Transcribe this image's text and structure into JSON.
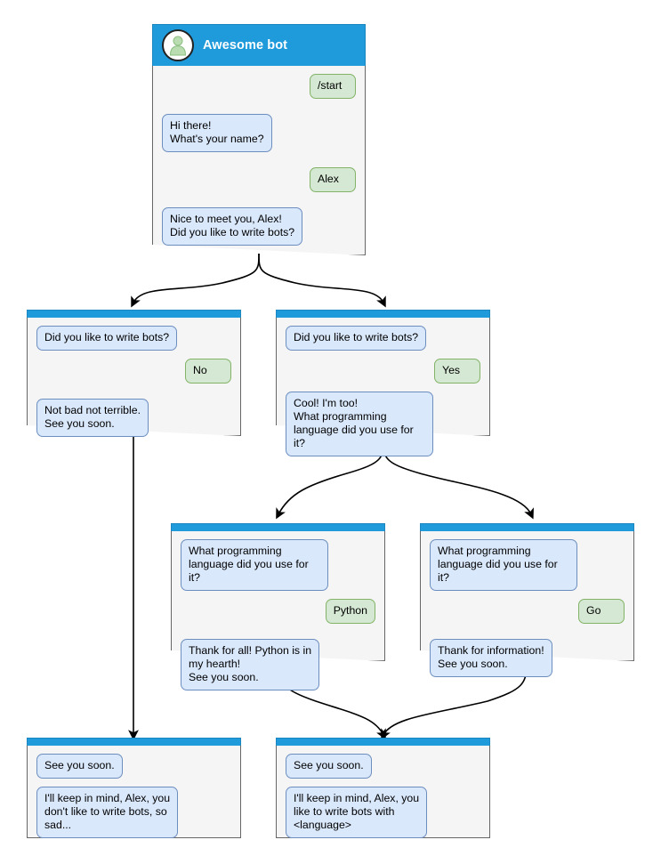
{
  "diagram": {
    "title": "Awesome bot chatbot conversation flow",
    "colors": {
      "header_blue": "#1f9ada",
      "card_background": "#f5f5f5",
      "bot_bubble_fill": "#dae8fc",
      "bot_bubble_stroke": "#6c8ebf",
      "user_bubble_fill": "#d5e8d4",
      "user_bubble_stroke": "#82b366",
      "edge": "#000000",
      "page_background": "#ffffff"
    }
  },
  "cards": {
    "root": {
      "name": "start-card",
      "header_title": "Awesome bot",
      "avatar_icon": "person-avatar-icon",
      "messages": [
        {
          "side": "user",
          "text": "/start"
        },
        {
          "side": "bot",
          "text": "Hi there!\nWhat's your name?"
        },
        {
          "side": "user",
          "text": "Alex"
        },
        {
          "side": "bot",
          "text": "Nice to meet you, Alex!\nDid you like to write bots?"
        }
      ]
    },
    "no_branch": {
      "name": "answer-no-card",
      "messages": [
        {
          "side": "bot",
          "text": "Did you like to write bots?"
        },
        {
          "side": "user",
          "text": "No"
        },
        {
          "side": "bot",
          "text": "Not bad not terrible.\nSee you soon."
        }
      ]
    },
    "yes_branch": {
      "name": "answer-yes-card",
      "messages": [
        {
          "side": "bot",
          "text": "Did you like to write bots?"
        },
        {
          "side": "user",
          "text": "Yes"
        },
        {
          "side": "bot",
          "text": "Cool! I'm too!\nWhat programming\nlanguage did you use for it?"
        }
      ]
    },
    "python_branch": {
      "name": "answer-python-card",
      "messages": [
        {
          "side": "bot",
          "text": "What programming\nlanguage did you use for it?"
        },
        {
          "side": "user",
          "text": "Python"
        },
        {
          "side": "bot",
          "text": "Thank for all! Python is in\nmy hearth!\nSee you soon."
        }
      ]
    },
    "go_branch": {
      "name": "answer-go-card",
      "messages": [
        {
          "side": "bot",
          "text": "What programming\nlanguage did you use for it?"
        },
        {
          "side": "user",
          "text": "Go"
        },
        {
          "side": "bot",
          "text": "Thank for information!\nSee you soon."
        }
      ]
    },
    "end_no": {
      "name": "end-no-card",
      "messages": [
        {
          "side": "bot",
          "text": "See you soon."
        },
        {
          "side": "bot",
          "text": "I'll keep in mind, Alex, you\ndon't like to write bots, so\nsad..."
        }
      ]
    },
    "end_yes": {
      "name": "end-yes-card",
      "messages": [
        {
          "side": "bot",
          "text": "See you soon."
        },
        {
          "side": "bot",
          "text": "I'll keep in mind, Alex, you\nlike to write bots with\n<language>"
        }
      ]
    }
  }
}
